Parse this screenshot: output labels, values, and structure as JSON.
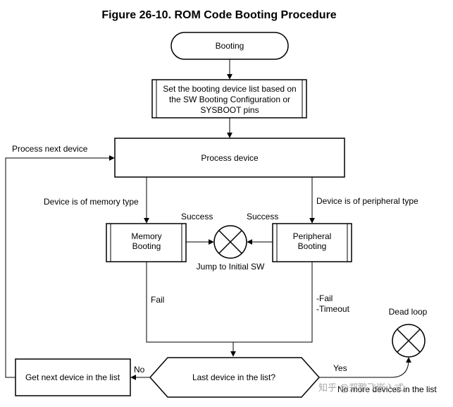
{
  "figure": {
    "title": "Figure 26-10. ROM Code Booting Procedure"
  },
  "nodes": {
    "start": "Booting",
    "set_list_line1": "Set the booting device list based on",
    "set_list_line2": "the SW Booting Configuration  or",
    "set_list_line3": "SYSBOOT pins",
    "process": "Process device",
    "memory_line1": "Memory",
    "memory_line2": "Booting",
    "peripheral_line1": "Peripheral",
    "peripheral_line2": "Booting",
    "jump": "Jump to Initial SW",
    "decision": "Last device in the list?",
    "get_next": "Get next device in the list",
    "dead_loop": "Dead loop"
  },
  "edges": {
    "process_next": "Process next device",
    "memory_type": "Device is of memory type",
    "peripheral_type": "Device is of peripheral type",
    "success_left": "Success",
    "success_right": "Success",
    "fail": "Fail",
    "fail2_line1": "-Fail",
    "fail2_line2": "-Timeout",
    "no": "No",
    "yes": "Yes",
    "no_more": "No more devices in the list"
  },
  "watermark": "知乎 @郑鹏飞嵌入式"
}
